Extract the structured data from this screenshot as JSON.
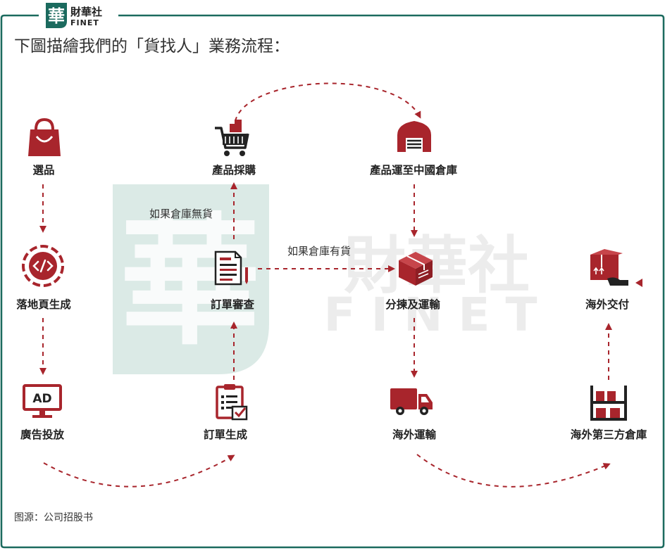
{
  "header": {
    "logo_char": "華",
    "brand_cn": "財華社",
    "brand_en": "FINET"
  },
  "title": "下圖描繪我們的「貨找人」業務流程：",
  "watermark": {
    "logo_char": "華",
    "brand_cn": "財華社",
    "brand_en": "FINET"
  },
  "colors": {
    "accent": "#a8252c",
    "frame": "#1b6a5e",
    "watermark_logo": "#cfe3dd"
  },
  "nodes": [
    {
      "id": "select",
      "label": "選品",
      "icon": "shopping-bag-icon"
    },
    {
      "id": "landing",
      "label": "落地頁生成",
      "icon": "code-gear-icon"
    },
    {
      "id": "ads",
      "label": "廣告投放",
      "icon": "ad-monitor-icon"
    },
    {
      "id": "purchase",
      "label": "產品採購",
      "icon": "shopping-cart-icon"
    },
    {
      "id": "review",
      "label": "訂單審查",
      "icon": "document-pen-icon"
    },
    {
      "id": "order",
      "label": "訂單生成",
      "icon": "clipboard-check-icon"
    },
    {
      "id": "ship_cn",
      "label": "產品運至中國倉庫",
      "icon": "warehouse-icon"
    },
    {
      "id": "sort",
      "label": "分揀及運輸",
      "icon": "parcel-box-icon"
    },
    {
      "id": "overseas_ship",
      "label": "海外運輸",
      "icon": "delivery-truck-icon"
    },
    {
      "id": "third_party",
      "label": "海外第三方倉庫",
      "icon": "storage-shelves-icon"
    },
    {
      "id": "deliver",
      "label": "海外交付",
      "icon": "box-delivery-icon"
    }
  ],
  "edges": [
    {
      "from": "select",
      "to": "landing",
      "label": ""
    },
    {
      "from": "landing",
      "to": "ads",
      "label": ""
    },
    {
      "from": "ads",
      "to": "order",
      "label": ""
    },
    {
      "from": "order",
      "to": "review",
      "label": ""
    },
    {
      "from": "review",
      "to": "purchase",
      "label": "如果倉庫無貨"
    },
    {
      "from": "purchase",
      "to": "ship_cn",
      "label": ""
    },
    {
      "from": "ship_cn",
      "to": "sort",
      "label": ""
    },
    {
      "from": "review",
      "to": "sort",
      "label": "如果倉庫有貨"
    },
    {
      "from": "sort",
      "to": "overseas_ship",
      "label": ""
    },
    {
      "from": "overseas_ship",
      "to": "third_party",
      "label": ""
    },
    {
      "from": "third_party",
      "to": "deliver",
      "label": ""
    }
  ],
  "source": "图源：公司招股书"
}
